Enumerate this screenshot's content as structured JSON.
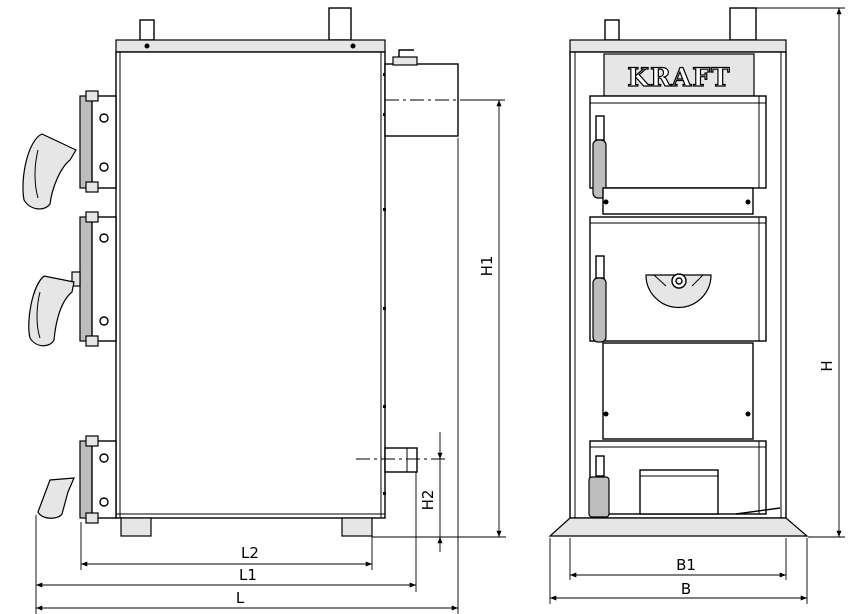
{
  "brand_label": "KRAFT",
  "dimensions": {
    "h1": "H1",
    "h2": "H2",
    "h": "H",
    "l2": "L2",
    "l1": "L1",
    "l": "L",
    "b1": "B1",
    "b": "B"
  }
}
